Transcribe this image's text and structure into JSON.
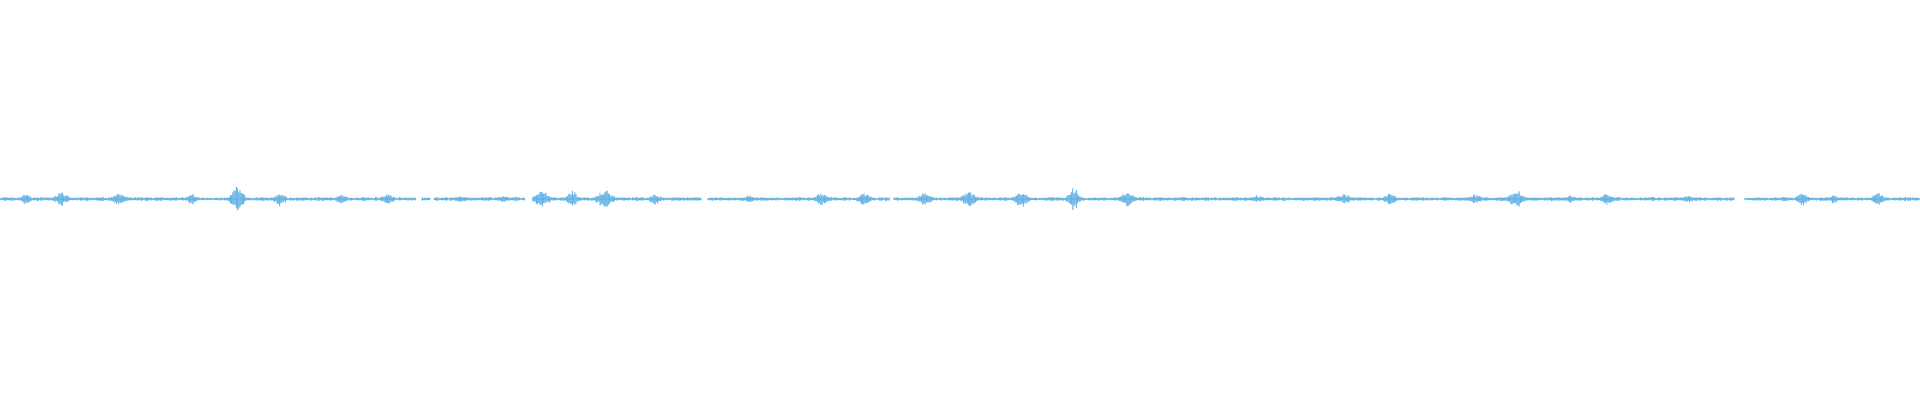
{
  "waveform": {
    "color": "#5aaee3",
    "gaps": [
      {
        "start": 0.2167,
        "end": 0.2196
      },
      {
        "start": 0.2241,
        "end": 0.2258
      },
      {
        "start": 0.2735,
        "end": 0.2771
      },
      {
        "start": 0.3654,
        "end": 0.3685
      },
      {
        "start": 0.4632,
        "end": 0.4656
      },
      {
        "start": 0.9033,
        "end": 0.9085
      }
    ],
    "bursts": [
      {
        "at": 0.0135,
        "width": 0.004,
        "amplitude": 0.55
      },
      {
        "at": 0.032,
        "width": 0.006,
        "amplitude": 0.6
      },
      {
        "at": 0.062,
        "width": 0.006,
        "amplitude": 0.55
      },
      {
        "at": 0.1,
        "width": 0.005,
        "amplitude": 0.45
      },
      {
        "at": 0.1235,
        "width": 0.006,
        "amplitude": 1.0
      },
      {
        "at": 0.146,
        "width": 0.005,
        "amplitude": 0.6
      },
      {
        "at": 0.178,
        "width": 0.005,
        "amplitude": 0.45
      },
      {
        "at": 0.202,
        "width": 0.006,
        "amplitude": 0.5
      },
      {
        "at": 0.24,
        "width": 0.006,
        "amplitude": 0.3
      },
      {
        "at": 0.262,
        "width": 0.006,
        "amplitude": 0.3
      },
      {
        "at": 0.282,
        "width": 0.007,
        "amplitude": 0.7
      },
      {
        "at": 0.298,
        "width": 0.005,
        "amplitude": 0.75
      },
      {
        "at": 0.315,
        "width": 0.007,
        "amplitude": 0.8
      },
      {
        "at": 0.341,
        "width": 0.006,
        "amplitude": 0.45
      },
      {
        "at": 0.39,
        "width": 0.008,
        "amplitude": 0.3
      },
      {
        "at": 0.428,
        "width": 0.005,
        "amplitude": 0.65
      },
      {
        "at": 0.45,
        "width": 0.006,
        "amplitude": 0.55
      },
      {
        "at": 0.482,
        "width": 0.006,
        "amplitude": 0.6
      },
      {
        "at": 0.505,
        "width": 0.006,
        "amplitude": 0.8
      },
      {
        "at": 0.532,
        "width": 0.006,
        "amplitude": 0.7
      },
      {
        "at": 0.559,
        "width": 0.005,
        "amplitude": 1.0
      },
      {
        "at": 0.587,
        "width": 0.006,
        "amplitude": 0.65
      },
      {
        "at": 0.655,
        "width": 0.006,
        "amplitude": 0.3
      },
      {
        "at": 0.7,
        "width": 0.007,
        "amplitude": 0.45
      },
      {
        "at": 0.724,
        "width": 0.005,
        "amplitude": 0.55
      },
      {
        "at": 0.768,
        "width": 0.006,
        "amplitude": 0.45
      },
      {
        "at": 0.79,
        "width": 0.007,
        "amplitude": 0.75
      },
      {
        "at": 0.818,
        "width": 0.005,
        "amplitude": 0.4
      },
      {
        "at": 0.837,
        "width": 0.006,
        "amplitude": 0.55
      },
      {
        "at": 0.88,
        "width": 0.008,
        "amplitude": 0.3
      },
      {
        "at": 0.939,
        "width": 0.005,
        "amplitude": 0.6
      },
      {
        "at": 0.955,
        "width": 0.004,
        "amplitude": 0.4
      },
      {
        "at": 0.978,
        "width": 0.005,
        "amplitude": 0.65
      }
    ]
  }
}
